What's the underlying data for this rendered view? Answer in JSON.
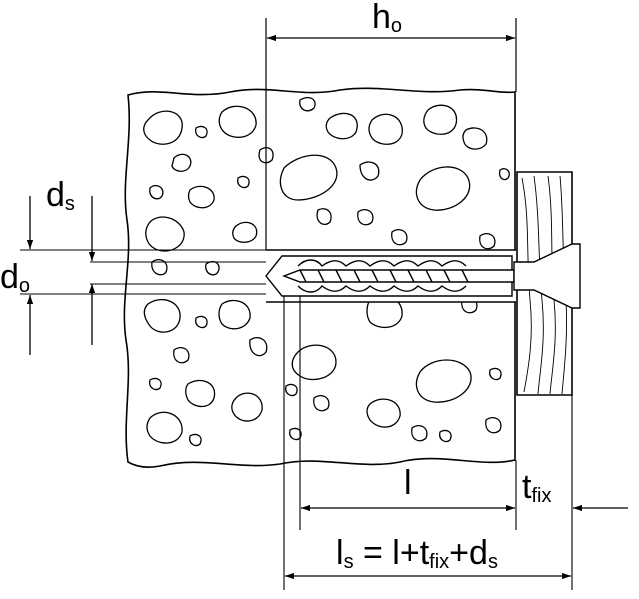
{
  "labels": {
    "h0": {
      "main": "h",
      "sub": "o"
    },
    "ds": {
      "main": "d",
      "sub": "s"
    },
    "d0": {
      "main": "d",
      "sub": "o"
    },
    "l": {
      "main": "l"
    },
    "tfix": {
      "main": "t",
      "sub": "fix"
    },
    "ls": {
      "main": "l",
      "sub1": "s",
      "eq": " = l+t",
      "sub2": "fix",
      "plus": "+d",
      "sub3": "s"
    }
  },
  "colors": {
    "line": "#000000",
    "background": "#ffffff",
    "wood": "#ffffff"
  }
}
